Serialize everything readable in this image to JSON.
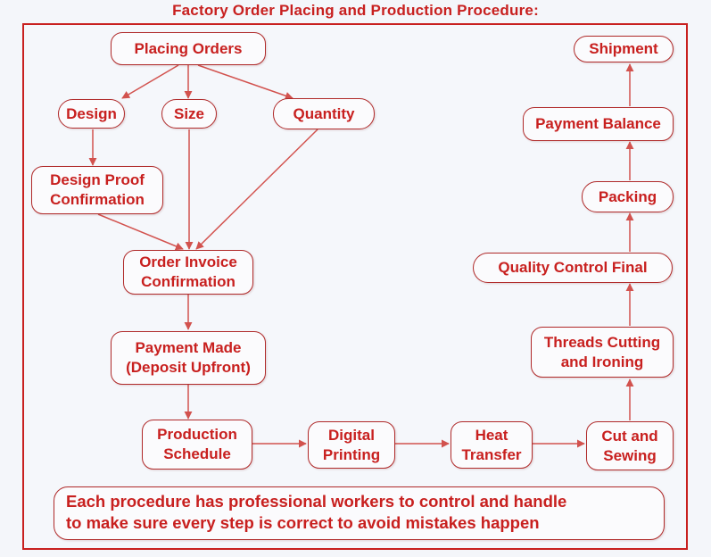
{
  "title": "Factory Order Placing and Production Procedure:",
  "colors": {
    "accent": "#c8201f",
    "connector": "#d2524e",
    "box_border": "#b02a2a",
    "background": "#f4f6fa"
  },
  "nodes": {
    "placing_orders": "Placing Orders",
    "design": "Design",
    "size": "Size",
    "quantity": "Quantity",
    "design_proof": "Design Proof\nConfirmation",
    "order_invoice": "Order Invoice\nConfirmation",
    "payment_made": "Payment Made\n(Deposit Upfront)",
    "production_schedule": "Production\nSchedule",
    "digital_printing": "Digital\nPrinting",
    "heat_transfer": "Heat\nTransfer",
    "cut_sewing": "Cut and\nSewing",
    "threads_cutting": "Threads Cutting\nand Ironing",
    "quality_control": "Quality Control Final",
    "packing": "Packing",
    "payment_balance": "Payment Balance",
    "shipment": "Shipment"
  },
  "footnote": "Each procedure has professional workers to control and handle\nto make sure every step is correct to avoid mistakes happen"
}
